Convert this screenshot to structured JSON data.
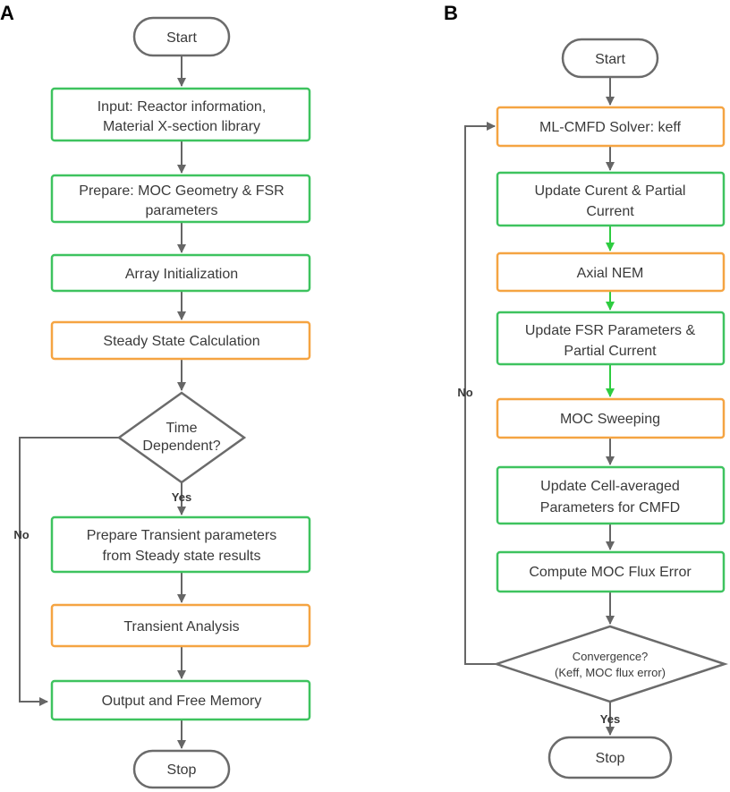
{
  "panels": {
    "a": {
      "label": "A",
      "start": "Start",
      "input_line1": "Input: Reactor information,",
      "input_line2": "Material X-section library",
      "prepare_line1": "Prepare: MOC Geometry & FSR",
      "prepare_line2": "parameters",
      "array_init": "Array Initialization",
      "steady": "Steady State Calculation",
      "decision_line1": "Time",
      "decision_line2": "Dependent?",
      "yes": "Yes",
      "no": "No",
      "transient_prep_line1": "Prepare Transient parameters",
      "transient_prep_line2": "from Steady state results",
      "transient": "Transient Analysis",
      "output": "Output and Free Memory",
      "stop": "Stop"
    },
    "b": {
      "label": "B",
      "start": "Start",
      "cmfd": "ML-CMFD Solver: keff",
      "update_current_line1": "Update Curent & Partial",
      "update_current_line2": "Current",
      "axial": "Axial NEM",
      "update_fsr_line1": "Update FSR Parameters &",
      "update_fsr_line2": "Partial Current",
      "sweeping": "MOC Sweeping",
      "update_cell_line1": "Update Cell-averaged",
      "update_cell_line2": "Parameters for CMFD",
      "flux_error": "Compute MOC Flux Error",
      "convergence_line1": "Convergence?",
      "convergence_line2": "(Keff, MOC flux error)",
      "yes": "Yes",
      "no": "No",
      "stop": "Stop"
    }
  },
  "colors": {
    "green": "#3ec35f",
    "orange": "#f5a442",
    "gray": "#6b6b6b",
    "arrow_green": "#2ecc40",
    "arrow_gray": "#666666"
  }
}
